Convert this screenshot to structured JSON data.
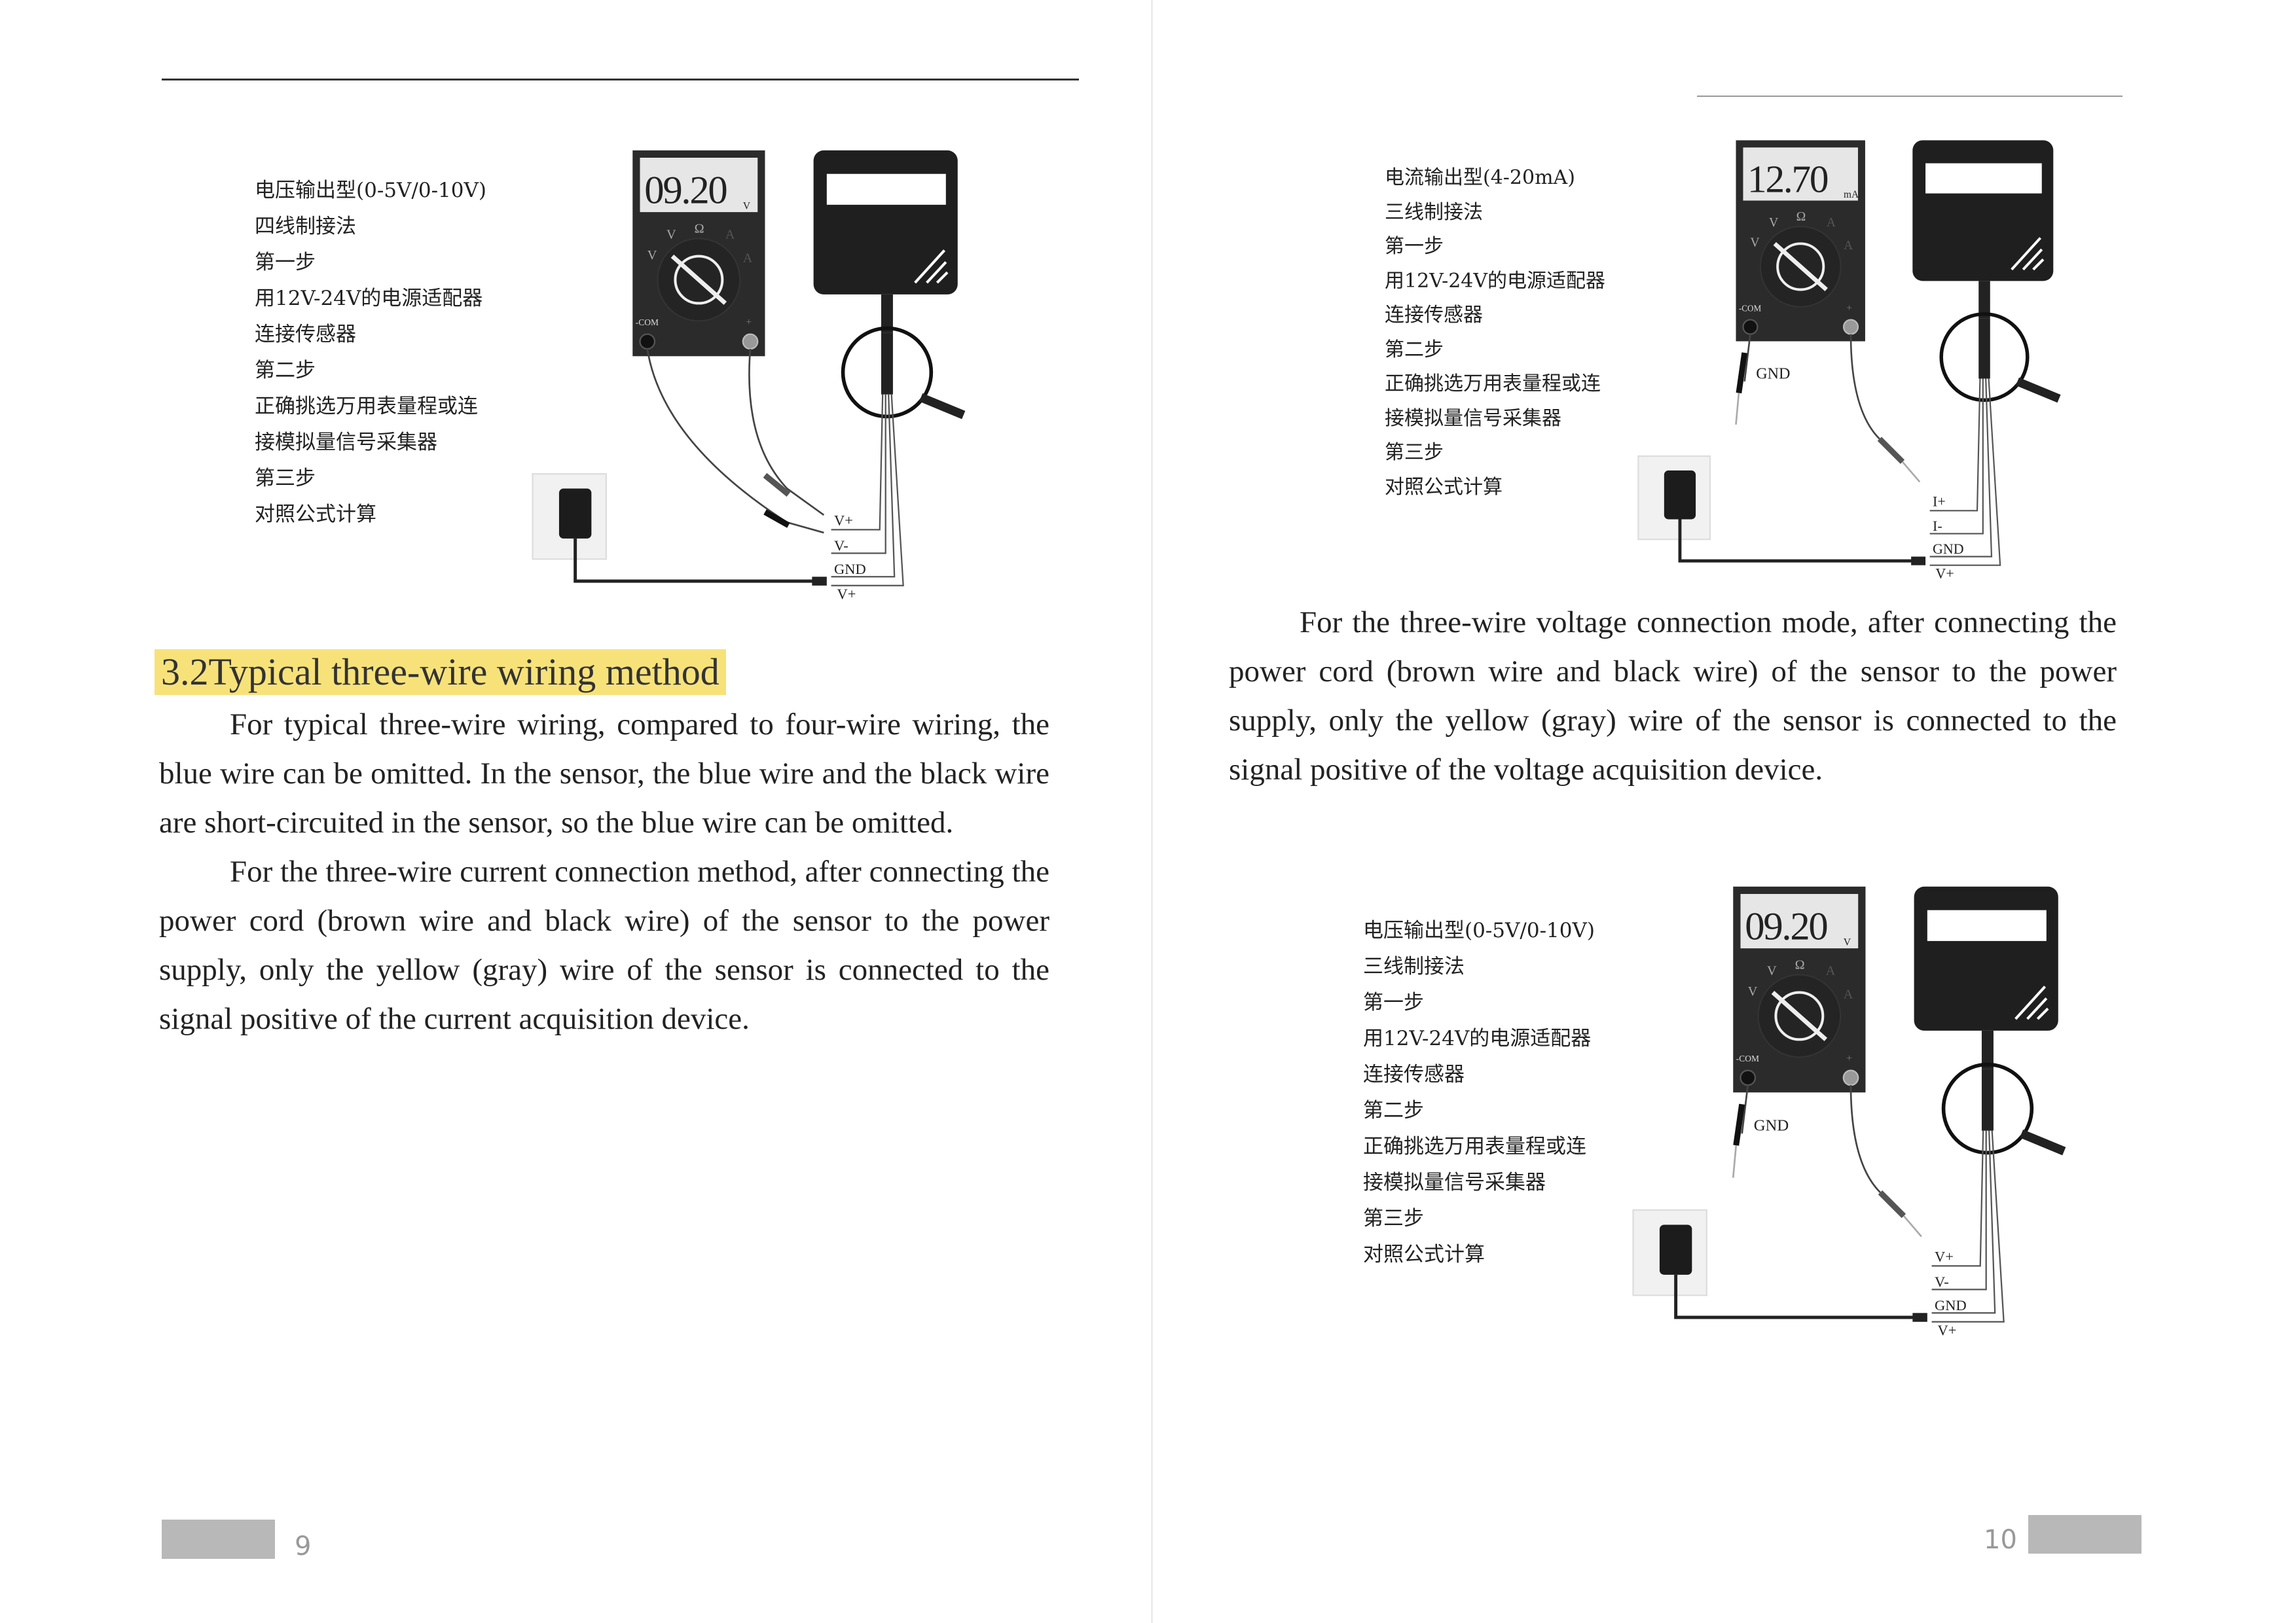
{
  "left_page": {
    "diagram": {
      "title": "电压输出型(0-5V/0-10V)",
      "lines": [
        "四线制接法",
        "第一步",
        "用12V-24V的电源适配器",
        "连接传感器",
        "第二步",
        "正确挑选万用表量程或连",
        "接模拟量信号采集器",
        "第三步",
        "对照公式计算"
      ],
      "reading": "09.20",
      "unit": "V",
      "dial_labels": [
        "V",
        "Ω",
        "A",
        "V",
        "A"
      ],
      "com": "-COM",
      "plus": "+",
      "probe_label": "",
      "wire_labels": [
        "V+",
        "V-",
        "GND",
        "V+"
      ]
    },
    "heading": "3.2Typical three-wire wiring method",
    "paragraphs": [
      "For typical three-wire wiring, compared to four-wire wiring, the blue wire can be omitted. In the sensor, the blue wire and the black wire are short-circuited in the sensor, so the blue wire can be omitted.",
      "For the three-wire current connection method, after connecting the power cord (brown wire and black wire) of the sensor to the power supply, only the yellow (gray) wire of the sensor is connected to the signal positive of the current acquisition device."
    ],
    "page_number": "9"
  },
  "right_page": {
    "diagram_top": {
      "title": "电流输出型(4-20mA)",
      "lines": [
        "三线制接法",
        "第一步",
        "用12V-24V的电源适配器",
        "连接传感器",
        "第二步",
        "正确挑选万用表量程或连",
        "接模拟量信号采集器",
        "第三步",
        "对照公式计算"
      ],
      "reading": "12.70",
      "unit": "mA",
      "dial_labels": [
        "V",
        "Ω",
        "A",
        "V",
        "A"
      ],
      "com": "-COM",
      "plus": "+",
      "probe_label": "GND",
      "wire_labels": [
        "I+",
        "I-",
        "GND",
        "V+"
      ]
    },
    "paragraph": "For the three-wire voltage connection mode, after connecting the power cord (brown wire and black wire) of the sensor to the power supply, only the yellow (gray) wire of the sensor is connected to the signal positive of the voltage acquisition device.",
    "diagram_bottom": {
      "title": "电压输出型(0-5V/0-10V)",
      "lines": [
        "三线制接法",
        "第一步",
        "用12V-24V的电源适配器",
        "连接传感器",
        "第二步",
        "正确挑选万用表量程或连",
        "接模拟量信号采集器",
        "第三步",
        "对照公式计算"
      ],
      "reading": "09.20",
      "unit": "V",
      "dial_labels": [
        "V",
        "Ω",
        "A",
        "V",
        "A"
      ],
      "com": "-COM",
      "plus": "+",
      "probe_label": "GND",
      "wire_labels": [
        "V+",
        "V-",
        "GND",
        "V+"
      ]
    },
    "page_number": "10"
  }
}
